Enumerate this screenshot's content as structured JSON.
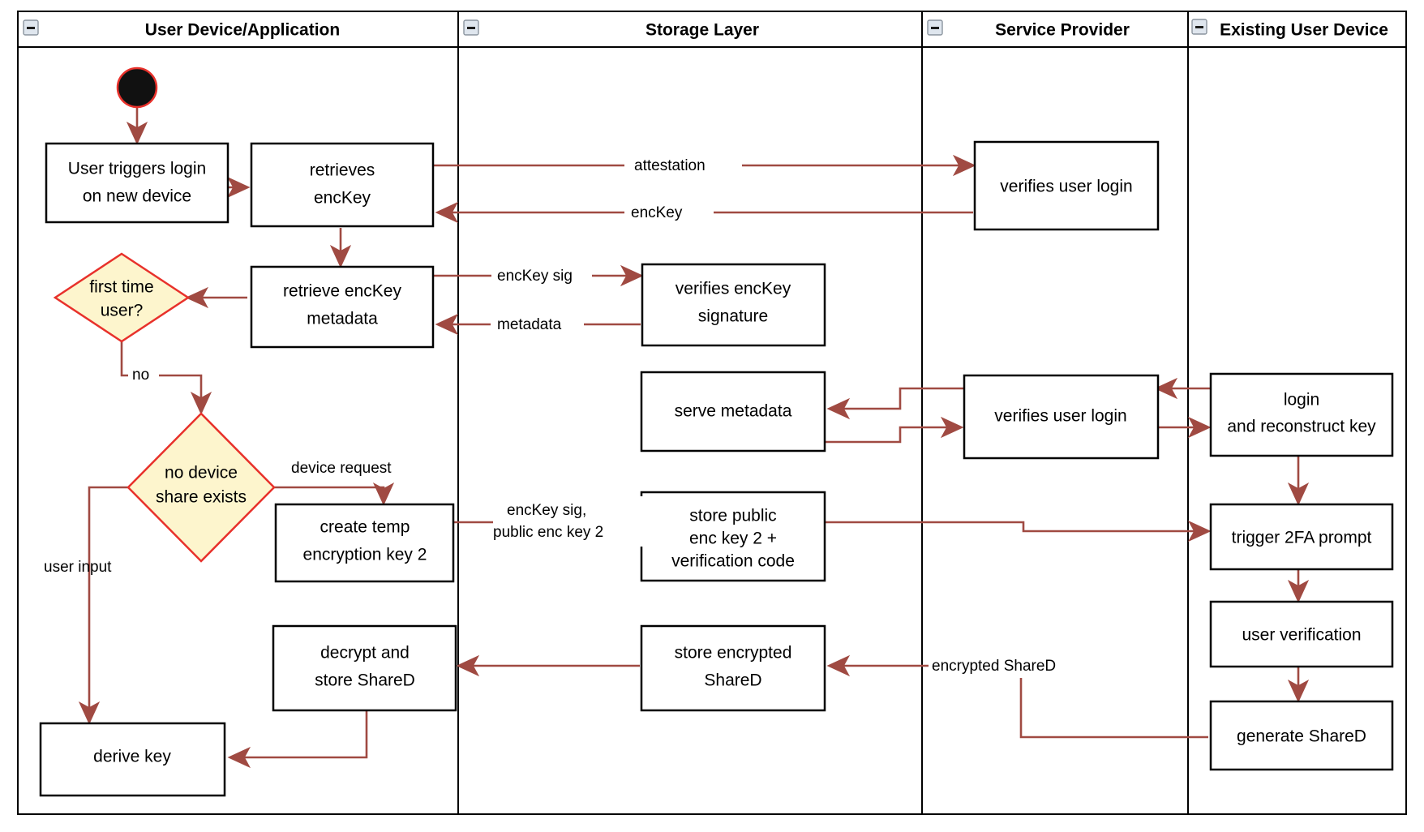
{
  "diagram": {
    "type": "uml-activity-swimlane",
    "title": "Key recovery / device onboarding activity diagram",
    "colors": {
      "flow": "#a04a42",
      "decision_fill": "#fdf5cd",
      "decision_stroke": "#e8312b",
      "node_stroke": "#000000",
      "node_fill": "#ffffff",
      "start_fill": "#111111",
      "start_ring": "#e8312b",
      "lane_border": "#000000",
      "text": "#000000"
    },
    "lanes": [
      {
        "id": "lane-user-device",
        "label": "User Device/Application",
        "collapse_icon": "minus-box-icon"
      },
      {
        "id": "lane-storage",
        "label": "Storage Layer",
        "collapse_icon": "minus-box-icon"
      },
      {
        "id": "lane-service-provider",
        "label": "Service Provider",
        "collapse_icon": "minus-box-icon"
      },
      {
        "id": "lane-existing-device",
        "label": "Existing User Device",
        "collapse_icon": "minus-box-icon"
      }
    ],
    "nodes": [
      {
        "id": "start",
        "lane": "lane-user-device",
        "shape": "initial-node",
        "label": ""
      },
      {
        "id": "n-user-triggers-login",
        "lane": "lane-user-device",
        "shape": "activity",
        "lines": [
          "User triggers login",
          "on new device"
        ]
      },
      {
        "id": "n-retrieves-enckey",
        "lane": "lane-user-device",
        "shape": "activity",
        "lines": [
          "retrieves",
          "encKey"
        ]
      },
      {
        "id": "n-retrieve-enckey-metadata",
        "lane": "lane-user-device",
        "shape": "activity",
        "lines": [
          "retrieve encKey",
          "metadata"
        ]
      },
      {
        "id": "n-first-time-user",
        "lane": "lane-user-device",
        "shape": "decision",
        "lines": [
          "first time",
          "user?"
        ]
      },
      {
        "id": "n-no-device-share-exists",
        "lane": "lane-user-device",
        "shape": "decision",
        "lines": [
          "no device",
          "share exists"
        ]
      },
      {
        "id": "n-create-temp-encryption-key-2",
        "lane": "lane-user-device",
        "shape": "activity",
        "lines": [
          "create temp",
          "encryption key 2"
        ]
      },
      {
        "id": "n-decrypt-and-store-shared",
        "lane": "lane-user-device",
        "shape": "activity",
        "lines": [
          "decrypt and",
          "store ShareD"
        ]
      },
      {
        "id": "n-derive-key",
        "lane": "lane-user-device",
        "shape": "activity",
        "lines": [
          "derive key"
        ]
      },
      {
        "id": "n-verifies-enckey-signature",
        "lane": "lane-storage",
        "shape": "activity",
        "lines": [
          "verifies encKey",
          "signature"
        ]
      },
      {
        "id": "n-serve-metadata",
        "lane": "lane-storage",
        "shape": "activity",
        "lines": [
          "serve metadata"
        ]
      },
      {
        "id": "n-store-public-enc-key-2",
        "lane": "lane-storage",
        "shape": "activity",
        "lines": [
          "store public",
          "enc key 2 +",
          "verification code"
        ]
      },
      {
        "id": "n-store-encrypted-shared",
        "lane": "lane-storage",
        "shape": "activity",
        "lines": [
          "store encrypted",
          "ShareD"
        ]
      },
      {
        "id": "n-verifies-user-login-1",
        "lane": "lane-service-provider",
        "shape": "activity",
        "lines": [
          "verifies user login"
        ]
      },
      {
        "id": "n-verifies-user-login-2",
        "lane": "lane-service-provider",
        "shape": "activity",
        "lines": [
          "verifies user login"
        ]
      },
      {
        "id": "n-login-and-reconstruct-key",
        "lane": "lane-existing-device",
        "shape": "activity",
        "lines": [
          "login",
          "and reconstruct key"
        ]
      },
      {
        "id": "n-trigger-2fa-prompt",
        "lane": "lane-existing-device",
        "shape": "activity",
        "lines": [
          "trigger 2FA prompt"
        ]
      },
      {
        "id": "n-user-verification",
        "lane": "lane-existing-device",
        "shape": "activity",
        "lines": [
          "user verification"
        ]
      },
      {
        "id": "n-generate-shared",
        "lane": "lane-existing-device",
        "shape": "activity",
        "lines": [
          "generate ShareD"
        ]
      }
    ],
    "edges": [
      {
        "id": "e-start",
        "from": "start",
        "to": "n-user-triggers-login",
        "label": ""
      },
      {
        "id": "e-login-to-retrieves",
        "from": "n-user-triggers-login",
        "to": "n-retrieves-enckey",
        "label": ""
      },
      {
        "id": "e-attestation",
        "from": "n-retrieves-enckey",
        "to": "n-verifies-user-login-1",
        "label": "attestation"
      },
      {
        "id": "e-enckey-back",
        "from": "n-verifies-user-login-1",
        "to": "n-retrieves-enckey",
        "label": "encKey"
      },
      {
        "id": "e-retrieves-to-metadata",
        "from": "n-retrieves-enckey",
        "to": "n-retrieve-enckey-metadata",
        "label": ""
      },
      {
        "id": "e-enckey-sig",
        "from": "n-retrieve-enckey-metadata",
        "to": "n-verifies-enckey-signature",
        "label": "encKey sig"
      },
      {
        "id": "e-metadata",
        "from": "n-verifies-enckey-signature",
        "to": "n-retrieve-enckey-metadata",
        "label": "metadata"
      },
      {
        "id": "e-metadata-to-decision",
        "from": "n-retrieve-enckey-metadata",
        "to": "n-first-time-user",
        "label": ""
      },
      {
        "id": "e-no",
        "from": "n-first-time-user",
        "to": "n-no-device-share-exists",
        "label": "no"
      },
      {
        "id": "e-device-request",
        "from": "n-no-device-share-exists",
        "to": "n-create-temp-encryption-key-2",
        "label": "device request"
      },
      {
        "id": "e-user-input",
        "from": "n-no-device-share-exists",
        "to": "n-derive-key",
        "label": "user input"
      },
      {
        "id": "e-enckey-sig-pubkey",
        "from": "n-create-temp-encryption-key-2",
        "to": "n-store-public-enc-key-2",
        "label": "encKey sig,\npublic enc key 2",
        "label_lines": [
          "encKey sig,",
          "public enc key 2"
        ]
      },
      {
        "id": "e-store-pub-to-2fa",
        "from": "n-store-public-enc-key-2",
        "to": "n-trigger-2fa-prompt",
        "label": ""
      },
      {
        "id": "e-existing-login-to-sp",
        "from": "n-login-and-reconstruct-key",
        "to": "n-verifies-user-login-2",
        "label": ""
      },
      {
        "id": "e-sp-to-serve-metadata",
        "from": "n-verifies-user-login-2",
        "to": "n-serve-metadata",
        "label": ""
      },
      {
        "id": "e-serve-metadata-to-sp",
        "from": "n-serve-metadata",
        "to": "n-verifies-user-login-2",
        "label": ""
      },
      {
        "id": "e-sp-to-existing-login",
        "from": "n-verifies-user-login-2",
        "to": "n-login-and-reconstruct-key",
        "label": ""
      },
      {
        "id": "e-login-to-2fa",
        "from": "n-login-and-reconstruct-key",
        "to": "n-trigger-2fa-prompt",
        "label": ""
      },
      {
        "id": "e-2fa-to-verification",
        "from": "n-trigger-2fa-prompt",
        "to": "n-user-verification",
        "label": ""
      },
      {
        "id": "e-verification-to-generate",
        "from": "n-user-verification",
        "to": "n-generate-shared",
        "label": ""
      },
      {
        "id": "e-encrypted-shared",
        "from": "n-generate-shared",
        "to": "n-store-encrypted-shared",
        "label": "encrypted ShareD"
      },
      {
        "id": "e-store-to-decrypt",
        "from": "n-store-encrypted-shared",
        "to": "n-decrypt-and-store-shared",
        "label": ""
      },
      {
        "id": "e-decrypt-to-derive",
        "from": "n-decrypt-and-store-shared",
        "to": "n-derive-key",
        "label": ""
      }
    ]
  }
}
